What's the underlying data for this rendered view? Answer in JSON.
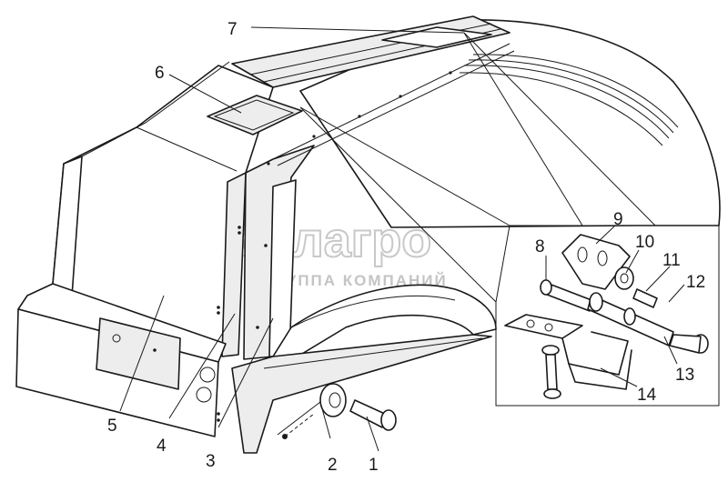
{
  "callouts": {
    "c1": "1",
    "c2": "2",
    "c3": "3",
    "c4": "4",
    "c5": "5",
    "c6": "6",
    "c7": "7",
    "c8": "8",
    "c9": "9",
    "c10": "10",
    "c11": "11",
    "c12": "12",
    "c13": "13",
    "c14": "14"
  },
  "watermark": {
    "brand": "белагро",
    "tagline": "ГРУППА КОМПАНИЙ"
  },
  "colors": {
    "line": "#1a1a1a",
    "watermark": "#c8c8c8",
    "panel_fill": "#ededed"
  }
}
